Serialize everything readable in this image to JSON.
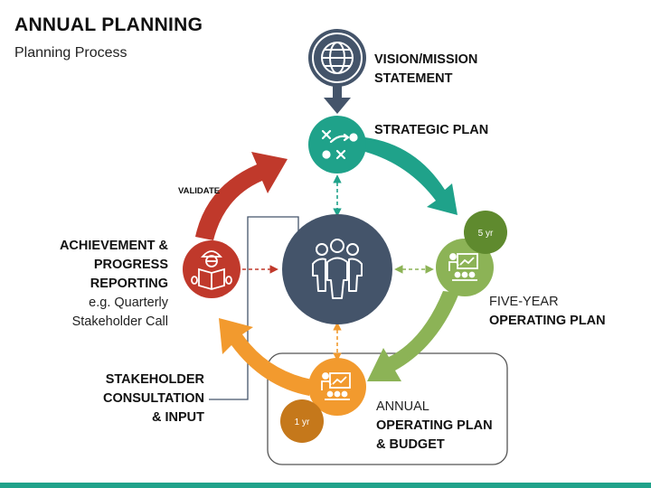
{
  "header": {
    "title": "ANNUAL PLANNING",
    "subtitle": "Planning Process"
  },
  "nodes": {
    "vision": {
      "label_line1": "VISION/MISSION",
      "label_line2": "STATEMENT",
      "icon": "globe-icon",
      "color": "#44546a"
    },
    "strategic": {
      "label": "STRATEGIC PLAN",
      "icon": "strategy-icon",
      "color": "#1fa28a"
    },
    "center": {
      "icon": "team-icon",
      "color": "#44546a"
    },
    "five_year": {
      "badge": "5 yr",
      "label_line1": "FIVE-YEAR",
      "label_line2": "OPERATING PLAN",
      "icon": "presentation-icon",
      "color": "#8cb356",
      "badge_color": "#5f8a2e"
    },
    "annual": {
      "badge": "1 yr",
      "label_line1": "ANNUAL",
      "label_line2": "OPERATING PLAN",
      "label_line3": "& BUDGET",
      "icon": "presentation-icon",
      "color": "#f29a2e",
      "badge_color": "#c5781b"
    },
    "achievement": {
      "label_line1": "ACHIEVEMENT &",
      "label_line2": "PROGRESS",
      "label_line3": "REPORTING",
      "label_line4": "e.g. Quarterly",
      "label_line5": "Stakeholder Call",
      "icon": "reader-icon",
      "color": "#c0392b"
    }
  },
  "annotations": {
    "validate": "VALIDATE",
    "stakeholder_line1": "STAKEHOLDER",
    "stakeholder_line2": "CONSULTATION",
    "stakeholder_line3": "& INPUT"
  },
  "colors": {
    "teal": "#1fa28a",
    "green": "#8cb356",
    "orange": "#f29a2e",
    "red": "#c0392b",
    "slate": "#44546a"
  }
}
